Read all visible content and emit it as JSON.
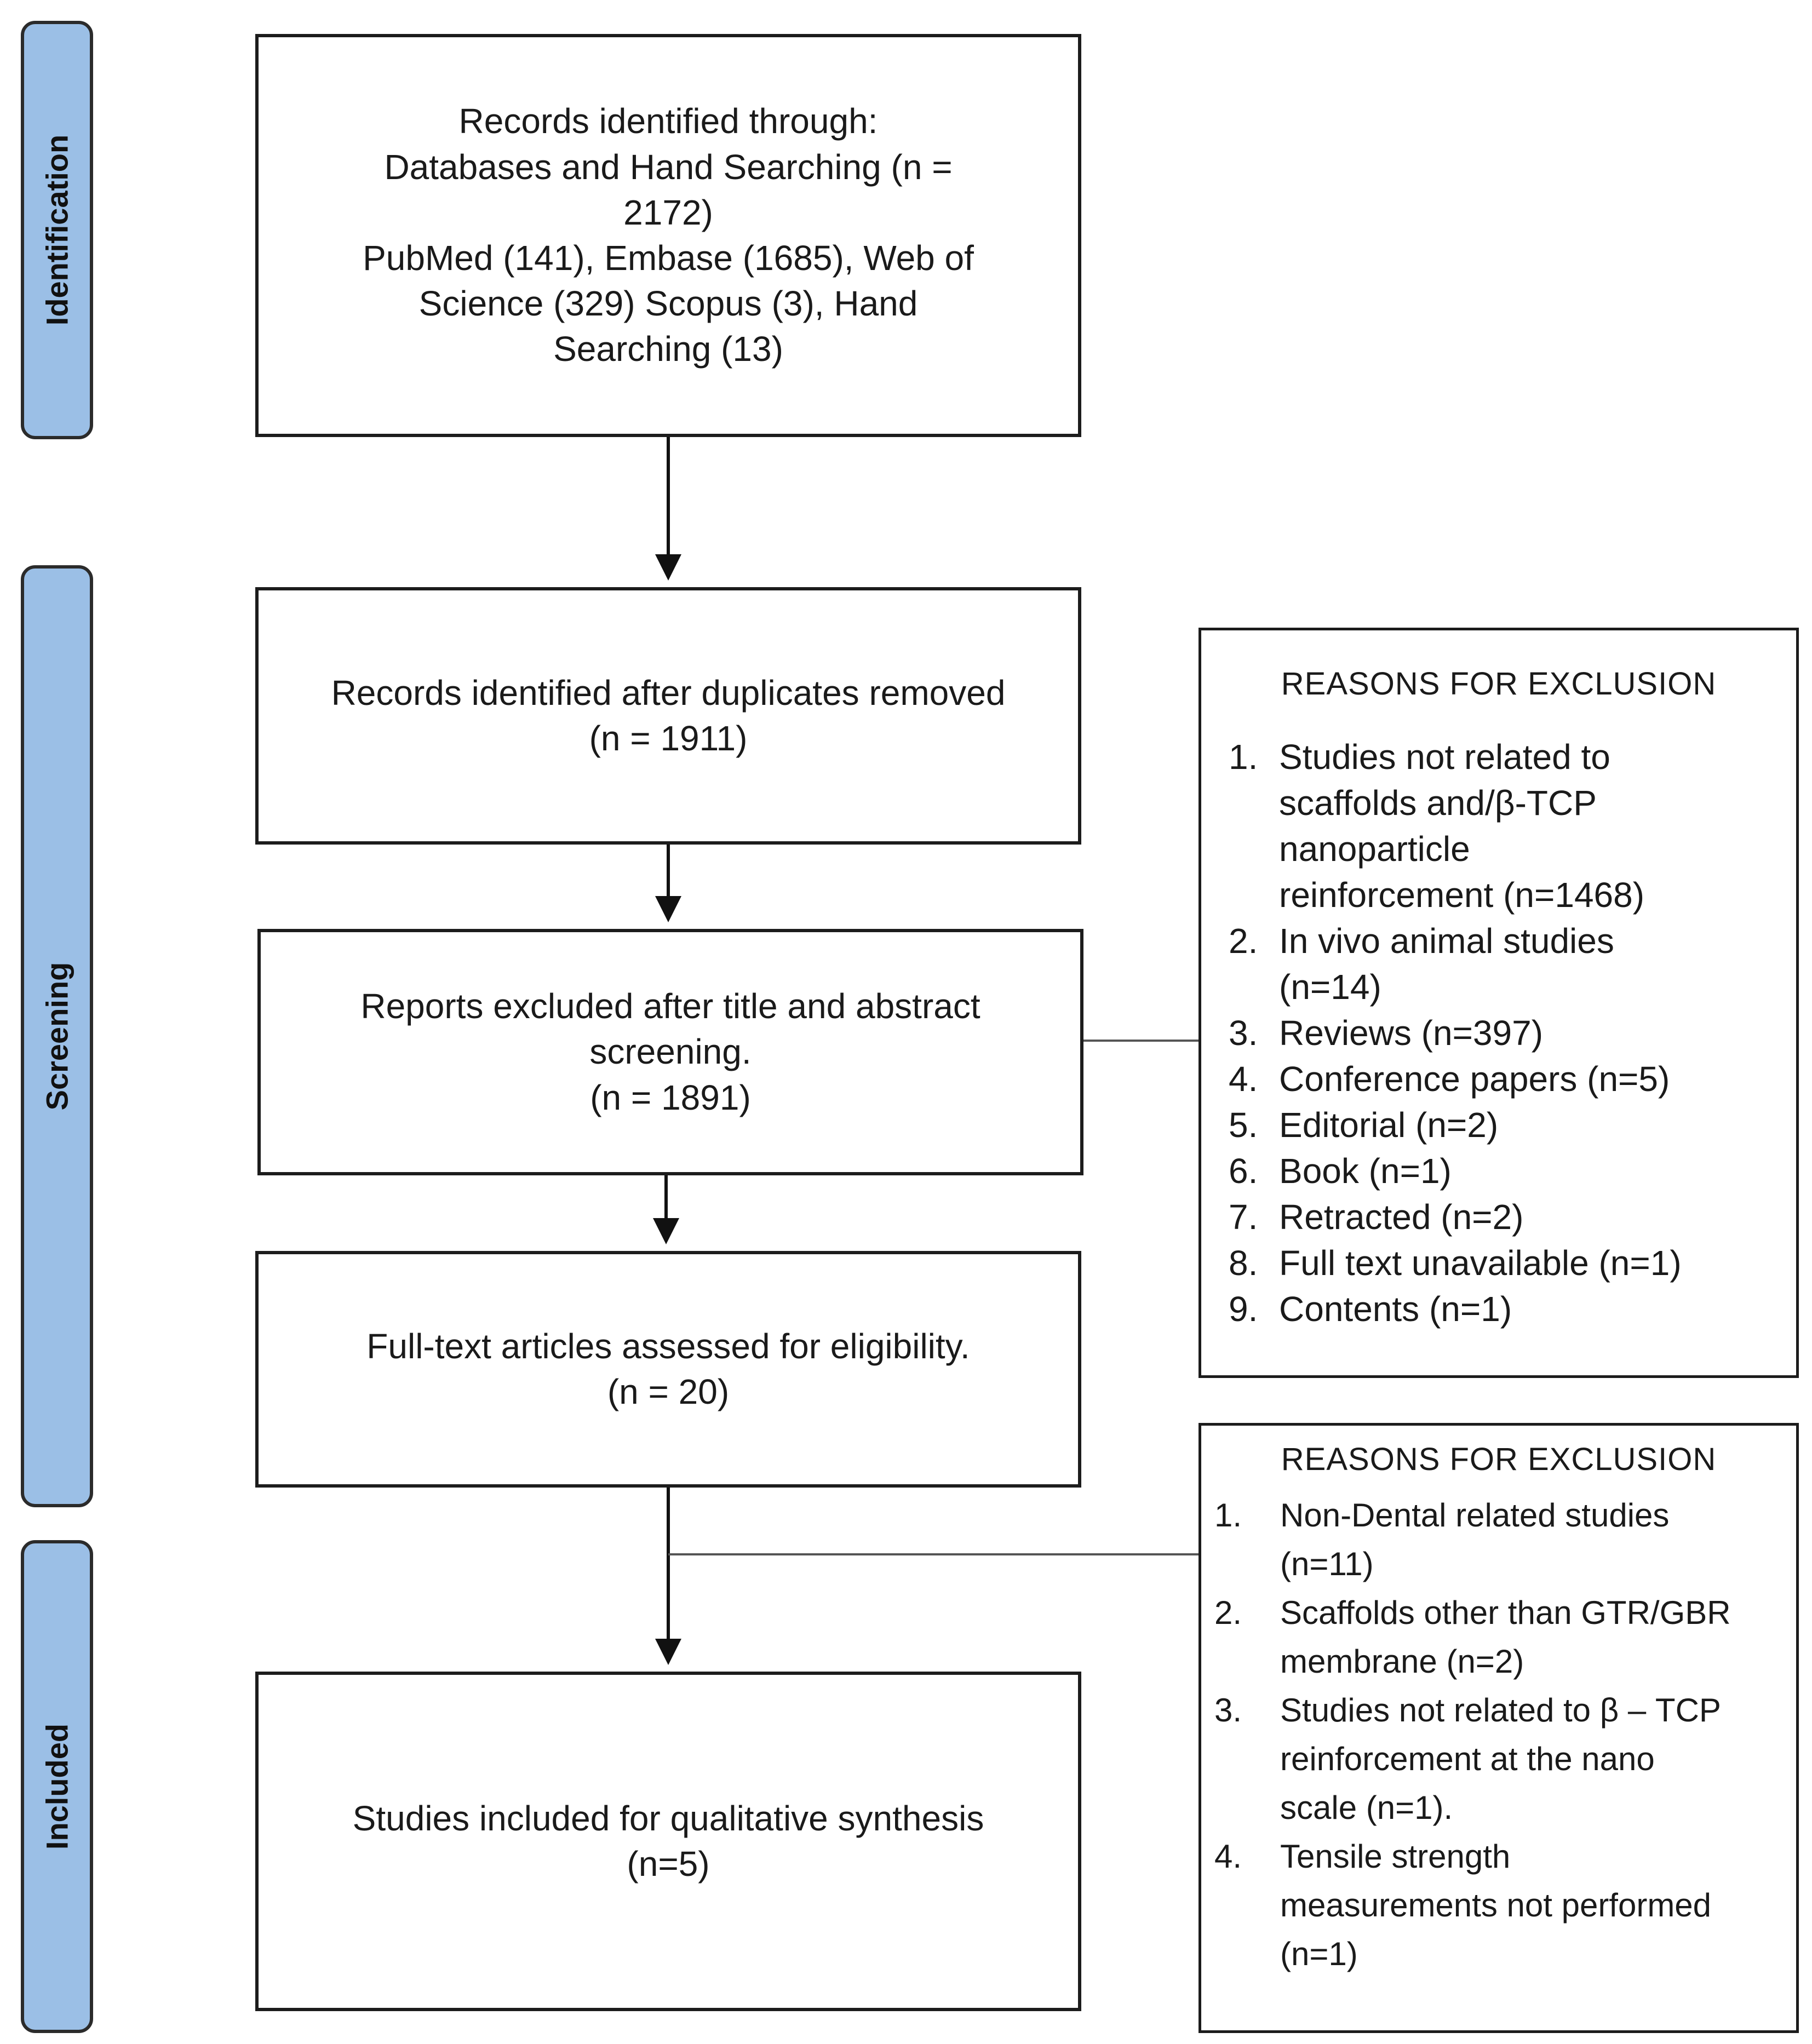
{
  "stages": {
    "identification": "Identification",
    "screening": "Screening",
    "included": "Included"
  },
  "boxes": {
    "identified": {
      "lines": [
        "Records identified through:",
        "Databases and Hand Searching (n =",
        "2172)",
        "PubMed (141), Embase (1685), Web of",
        "Science (329) Scopus (3), Hand",
        "Searching (13)"
      ]
    },
    "duplicates_removed": {
      "lines": [
        "Records identified after duplicates removed",
        "(n = 1911)"
      ]
    },
    "title_abstract_excluded": {
      "lines": [
        "Reports excluded after title and abstract",
        "screening.",
        "(n = 1891)"
      ]
    },
    "full_text": {
      "lines": [
        "Full-text articles assessed for eligibility.",
        "(n = 20)"
      ]
    },
    "included": {
      "lines": [
        "Studies included for qualitative synthesis",
        "(n=5)"
      ]
    }
  },
  "exclusion_reasons_1": {
    "title": "REASONS FOR EXCLUSION",
    "items": [
      {
        "num": "1.",
        "lines": [
          "Studies not related to",
          "scaffolds and/β-TCP",
          "nanoparticle",
          "reinforcement (n=1468)"
        ]
      },
      {
        "num": "2.",
        "lines": [
          "In vivo animal studies",
          "(n=14)"
        ]
      },
      {
        "num": "3.",
        "lines": [
          "Reviews (n=397)"
        ]
      },
      {
        "num": "4.",
        "lines": [
          "Conference papers (n=5)"
        ]
      },
      {
        "num": "5.",
        "lines": [
          "Editorial (n=2)"
        ]
      },
      {
        "num": "6.",
        "lines": [
          "Book (n=1)"
        ]
      },
      {
        "num": "7.",
        "lines": [
          "Retracted (n=2)"
        ]
      },
      {
        "num": "8.",
        "lines": [
          "Full text unavailable (n=1)"
        ]
      },
      {
        "num": "9.",
        "lines": [
          "Contents (n=1)"
        ]
      }
    ]
  },
  "exclusion_reasons_2": {
    "title": "REASONS FOR EXCLUSION",
    "items": [
      {
        "num": "1.",
        "lines": [
          "Non-Dental related studies",
          "(n=11)"
        ]
      },
      {
        "num": "2.",
        "lines": [
          "Scaffolds other than GTR/GBR",
          "membrane (n=2)"
        ]
      },
      {
        "num": "3.",
        "lines": [
          "Studies not related to β – TCP",
          "reinforcement at the nano",
          "scale (n=1)."
        ]
      },
      {
        "num": "4.",
        "lines": [
          "Tensile strength",
          "measurements not performed",
          "(n=1)"
        ]
      }
    ]
  }
}
